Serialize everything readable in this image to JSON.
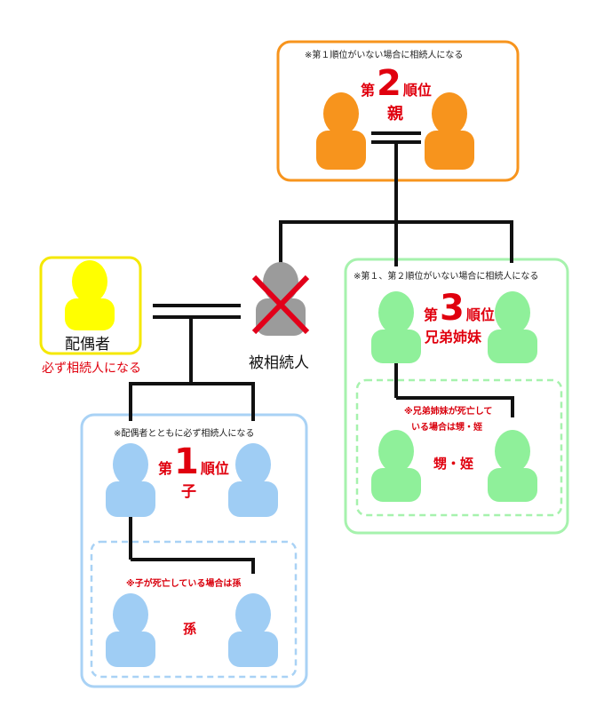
{
  "parents": {
    "note": "※第１順位がいない場合に相続人になる",
    "rank_pre": "第",
    "rank_num": "2",
    "rank_post": "順位",
    "label": "親"
  },
  "deceased": {
    "label": "被相続人"
  },
  "spouse": {
    "label": "配偶者",
    "note": "必ず相続人になる"
  },
  "children": {
    "note": "※配偶者とともに必ず相続人になる",
    "rank_pre": "第",
    "rank_num": "1",
    "rank_post": "順位",
    "label": "子"
  },
  "grandchildren": {
    "note": "※子が死亡している場合は孫",
    "label": "孫"
  },
  "siblings": {
    "note": "※第１、第２順位がいない場合に相続人になる",
    "rank_pre": "第",
    "rank_num": "3",
    "rank_post": "順位",
    "label": "兄弟姉妹"
  },
  "nephews": {
    "note_line1": "※兄弟姉妹が死亡して",
    "note_line2": "いる場合は甥・姪",
    "label": "甥・姪"
  },
  "colors": {
    "parents": "#f7941d",
    "spouse": "#ffff00",
    "spouse_border": "#f5d800",
    "deceased": "#9b9b9b",
    "cross": "#e2001a",
    "children": "#9fcdf4",
    "siblings": "#8ff09a",
    "accent_red": "#e0000e"
  }
}
